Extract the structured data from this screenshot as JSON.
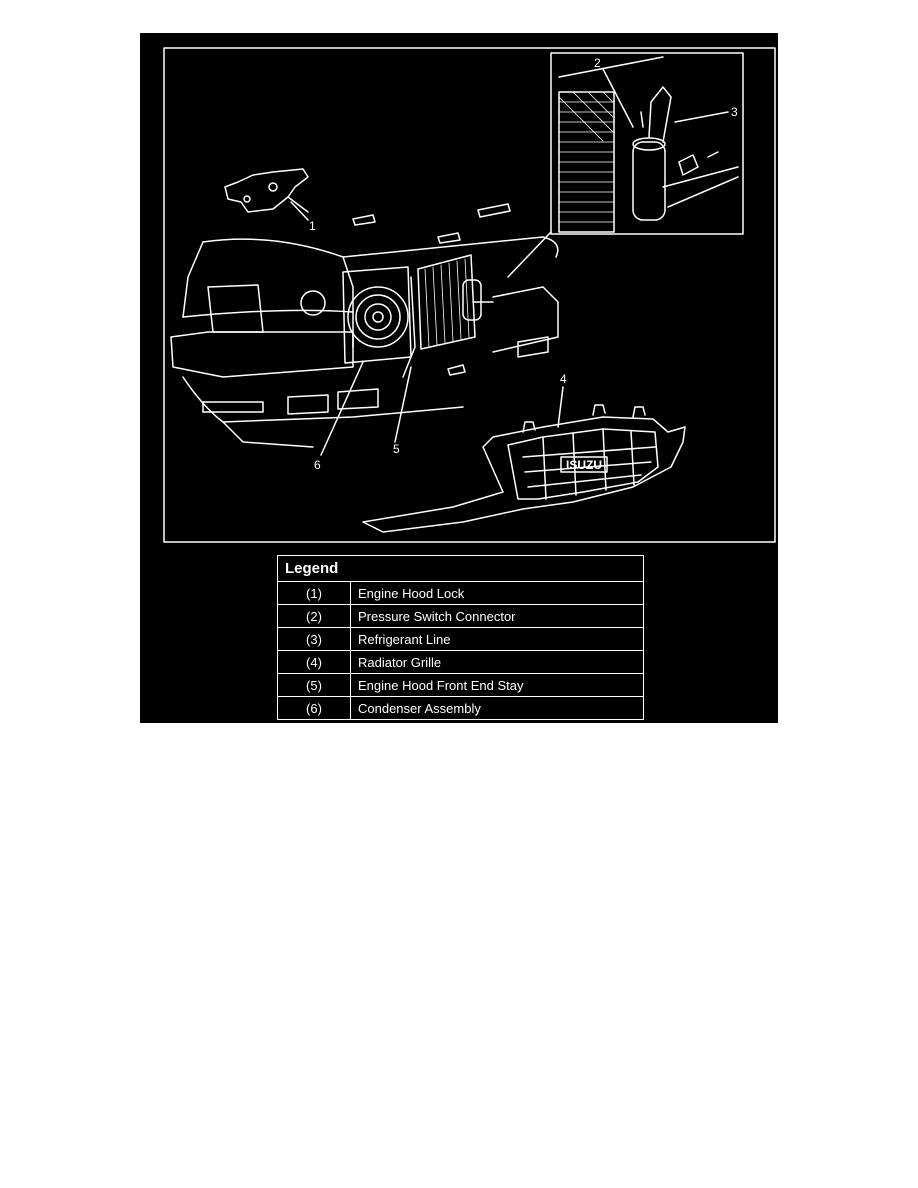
{
  "legend": {
    "title": "Legend",
    "items": [
      {
        "num": "(1)",
        "desc": "Engine Hood Lock"
      },
      {
        "num": "(2)",
        "desc": "Pressure Switch Connector"
      },
      {
        "num": "(3)",
        "desc": "Refrigerant Line"
      },
      {
        "num": "(4)",
        "desc": "Radiator Grille"
      },
      {
        "num": "(5)",
        "desc": "Engine Hood Front End Stay"
      },
      {
        "num": "(6)",
        "desc": "Condenser Assembly"
      }
    ]
  },
  "callouts": {
    "c1": "1",
    "c2": "2",
    "c3": "3",
    "c4": "4",
    "c5": "5",
    "c6": "6"
  },
  "grille_badge": "ISUZU",
  "colors": {
    "background": "#000000",
    "linework": "#ffffff"
  }
}
